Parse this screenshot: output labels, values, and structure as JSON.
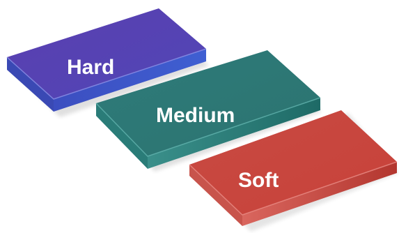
{
  "pads": [
    {
      "label": "Hard",
      "top_color": "#5544b2",
      "side_color": "#3b52c4",
      "edge_color": "#7a7fe0"
    },
    {
      "label": "Medium",
      "top_color": "#2f7d7b",
      "side_color": "#1f6f6a",
      "edge_color": "#4c9e9a"
    },
    {
      "label": "Soft",
      "top_color": "#c9473f",
      "side_color": "#b23a33",
      "edge_color": "#dc6a62"
    }
  ]
}
